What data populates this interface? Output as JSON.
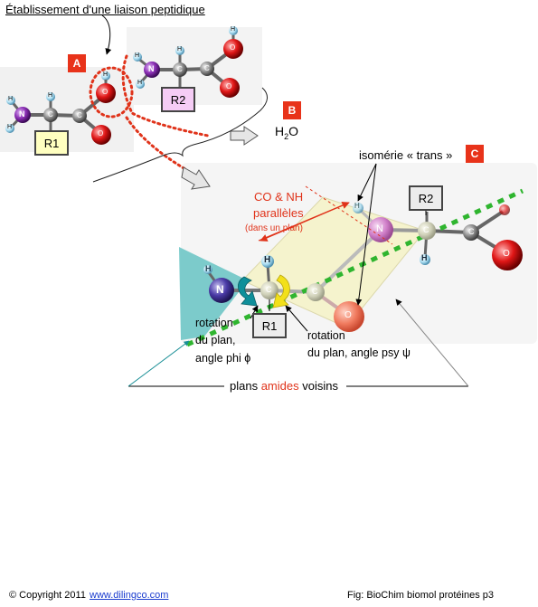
{
  "title": "Établissement d'une liaison peptidique",
  "badges": {
    "a": "A",
    "b": "B",
    "c": "C"
  },
  "residues": {
    "r1_top": "R1",
    "r2_top": "R2",
    "r1_bottom": "R1",
    "r2_bottom": "R2"
  },
  "molecule_top": {
    "left_atoms": [
      "N",
      "C",
      "C",
      "O",
      "O",
      "H",
      "H",
      "H",
      "H"
    ],
    "right_atoms": [
      "N",
      "C",
      "C",
      "O",
      "O",
      "H",
      "H",
      "H",
      "H"
    ]
  },
  "molecule_bottom": {
    "atoms": [
      "N",
      "H",
      "C",
      "C",
      "O",
      "N",
      "H",
      "C",
      "C",
      "O",
      "H",
      "H"
    ]
  },
  "water": {
    "prefix": "H",
    "subscript": "2",
    "suffix": "O"
  },
  "isomerie_label": "isomérie « trans »",
  "parallel_label": {
    "line1": "CO & NH",
    "line2": "parallèles",
    "line3": "(dans un plan)"
  },
  "rotation_phi": {
    "line1": "rotation",
    "line2": "du plan,",
    "line3": "angle phi ϕ"
  },
  "rotation_psi": {
    "line1": "rotation",
    "line2": "du plan, angle psy ψ"
  },
  "plans_label": {
    "prefix": "plans ",
    "highlight": "amides",
    "suffix": " voisins"
  },
  "footer": {
    "copyright": "© Copyright 2011",
    "link": "www.dilingco.com",
    "fig": "Fig: BioChim biomol protéines p3"
  },
  "colors": {
    "badge": "#e8331a",
    "accent_red": "#e0331a",
    "plane_teal": "#6fc7c7",
    "plane_yellow": "#f6f3c7",
    "nitrogen": "#7a2a9e",
    "oxygen": "#d61e1e",
    "carbon": "#8a8a8a",
    "hydrogen": "#9fd3ea",
    "dashed_green": "#2fb52f",
    "rotation_teal": "#0f8f9a",
    "rotation_yellow": "#f2e01a"
  }
}
